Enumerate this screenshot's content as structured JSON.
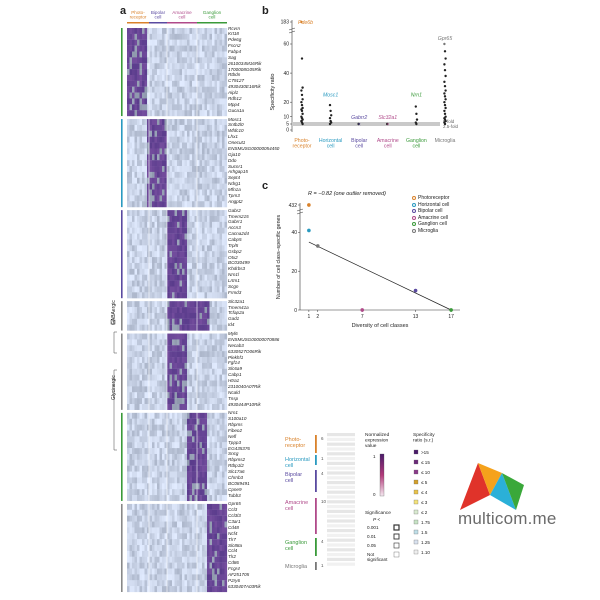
{
  "panels": {
    "a": "a",
    "b": "b",
    "c": "c"
  },
  "heatmap": {
    "headers": [
      {
        "label": "Photo-\nreceptor",
        "color": "#d9822b"
      },
      {
        "label": "Bipolar\ncell",
        "color": "#5a4aa0"
      },
      {
        "label": "Amacrine\ncell",
        "color": "#b04a8a"
      },
      {
        "label": "Ganglion\ncell",
        "color": "#3a9a3a"
      }
    ],
    "sections": [
      {
        "genes": [
          "Rcvrn",
          "Krt18",
          "Pde6g",
          "Fscn2",
          "Fabp4",
          "Sag",
          "2610034M16Rik",
          "1700008G05Rik",
          "Rtbdn",
          "C79127",
          "4930430E16Rik",
          "Aipl1",
          "Rdh12",
          "Mpp4",
          "Guca1a"
        ],
        "band_color": "#3a9a3a"
      },
      {
        "genes": [
          "Mosc1",
          "Sntb2l0",
          "Wfdc10",
          "Lhx1",
          "Onecut1",
          "ENSMUSG00000054450",
          "Gja10",
          "Ddo",
          "Sucnr1",
          "Arhgap15",
          "Sept4",
          "Ndrg1",
          "Mfn1a",
          "Tpm3",
          "Angpt2"
        ],
        "band_color": "#2a9ac0"
      },
      {
        "genes": [
          "Gabr2",
          "Tmem215",
          "Gabrr1",
          "Accn3",
          "Cacna2d4",
          "Cabp5",
          "Trpl5",
          "Gsbp2",
          "Otx2",
          "BC030499",
          "Khdrbs3",
          "Nrn1l",
          "Lrtm1",
          "Scgn",
          "Frmd3"
        ],
        "band_color": "#5a4aa0"
      },
      {
        "genes": [
          "Slc32a1",
          "Tmem41a",
          "Tcfap2a",
          "Gad1",
          "Id4"
        ],
        "band_color": "#888888"
      },
      {
        "genes": [
          "Myl6",
          "ENSMUSG00000070886",
          "Necab3",
          "6330527O06Rik",
          "Plekhf1",
          "Fgf14",
          "Slc6a9",
          "Cabp1",
          "Htra1",
          "2310040A07Rik",
          "Ncald",
          "Tnsp",
          "4930444P10Rik"
        ],
        "band_color": "#888888"
      },
      {
        "genes": [
          "Nrn1",
          "S100a10",
          "Rbpms",
          "Fibeo2",
          "Nefl",
          "Tppp3",
          "EG435376",
          "Sncg",
          "Rbpms2",
          "Rtbp1l2",
          "Slc17a6",
          "Chrnb3",
          "BC089491",
          "Cpne9",
          "Tubb3"
        ],
        "band_color": "#3a9a3a"
      },
      {
        "genes": [
          "Gpr65",
          "Ccl3",
          "Ccl3l3",
          "C3ar1",
          "Cd48",
          "Ncf4",
          "Tlr7",
          "Slc88a",
          "Ccl4",
          "Tlr2",
          "Cd86",
          "Fcgr4",
          "AF251705",
          "P2ry6",
          "6330407A03Rik"
        ],
        "band_color": "#888888"
      }
    ],
    "side_labels": {
      "gabaergic": "GABAergic",
      "glycinergic": "Glycinergic",
      "one": "1"
    }
  },
  "panel_b": {
    "ylabel": "Specificity ratio",
    "ticks": [
      "183",
      "60",
      "40",
      "20",
      "10",
      "5",
      "0"
    ],
    "top_gene": "Pde6b",
    "cats": [
      {
        "label": "Photo-\nreceptor",
        "color": "#d9822b",
        "gene": ""
      },
      {
        "label": "Horizontal\ncell",
        "color": "#2a9ac0",
        "gene": "Mosc1"
      },
      {
        "label": "Bipolar\ncell",
        "color": "#5a4aa0",
        "gene": "Gabrr2"
      },
      {
        "label": "Amacrine\ncell",
        "color": "#b04a8a",
        "gene": "Slc32a1"
      },
      {
        "label": "Ganglion\ncell",
        "color": "#3a9a3a",
        "gene": "Nrn1"
      },
      {
        "label": "Microglia",
        "color": "#777777",
        "gene": "Gpr65"
      }
    ],
    "ref_lines": [
      "5-fold",
      "2.5-fold"
    ],
    "scatter": {
      "points": [
        {
          "cat": 0,
          "values": [
            183,
            50,
            30,
            28,
            25,
            22,
            20,
            18,
            16,
            15,
            14,
            12,
            10,
            9,
            8,
            7,
            6,
            5
          ]
        },
        {
          "cat": 1,
          "values": [
            18,
            14,
            11,
            9,
            7,
            6,
            5
          ]
        },
        {
          "cat": 2,
          "values": [
            5
          ]
        },
        {
          "cat": 3,
          "values": [
            5
          ]
        },
        {
          "cat": 4,
          "values": [
            17,
            12,
            8,
            6,
            5
          ]
        },
        {
          "cat": 5,
          "values": [
            60,
            55,
            50,
            46,
            42,
            38,
            34,
            31,
            28,
            26,
            24,
            22,
            20,
            18,
            16,
            14,
            12,
            10,
            9,
            8,
            7,
            6,
            5
          ]
        }
      ]
    }
  },
  "panel_c": {
    "r_label": "R = −0.82 (one outlier removed)",
    "ylabel": "Number of cell class–specific genes",
    "xlabel": "Diversity of cell classes",
    "y_ticks": [
      "432",
      "40",
      "20",
      "0"
    ],
    "x_ticks": [
      "1",
      "2",
      "7",
      "13",
      "17"
    ],
    "legend": [
      {
        "label": "Photoreceptor",
        "color": "#d9822b"
      },
      {
        "label": "Horizontal cell",
        "color": "#2a9ac0"
      },
      {
        "label": "Bipolar cell",
        "color": "#5a4aa0"
      },
      {
        "label": "Amacrine cell",
        "color": "#b04a8a"
      },
      {
        "label": "Ganglion cell",
        "color": "#3a9a3a"
      },
      {
        "label": "Microglia",
        "color": "#777777"
      }
    ],
    "chart_data": {
      "type": "scatter",
      "x": [
        1,
        1,
        2,
        7,
        13,
        17
      ],
      "y": [
        432,
        41,
        33,
        0,
        10,
        0
      ],
      "xlim": [
        0,
        18
      ],
      "ylim": [
        0,
        50
      ]
    }
  },
  "legend_block": {
    "cats": [
      {
        "label": "Photo-\nreceptor",
        "color": "#d9822b",
        "count": "6"
      },
      {
        "label": "Horizontal\ncell",
        "color": "#2a9ac0",
        "count": "1"
      },
      {
        "label": "Bipolar\ncell",
        "color": "#5a4aa0",
        "count": "4"
      },
      {
        "label": "Amacrine\ncell",
        "color": "#b04a8a",
        "count": "10"
      },
      {
        "label": "Ganglion\ncell",
        "color": "#3a9a3a",
        "count": "4"
      },
      {
        "label": "Microglia",
        "color": "#777777",
        "count": "1"
      }
    ],
    "norm_title": "Normalized\nexpression\nvalue",
    "spec_title": "Specificity\nratio (s.r.)",
    "spec_values": [
      ">15",
      "≤ 15",
      "≤ 10",
      "≤ 5",
      "≤ 4",
      "≤ 3",
      "≤ 2",
      "1.75",
      "1.5",
      "1.25",
      "1.10"
    ],
    "norm_values": [
      "1",
      "0"
    ],
    "sig_title": "Significance",
    "sig_p": "P <",
    "sig_values": [
      "0.001",
      "0.01",
      "0.05",
      "Not\nsignificant"
    ]
  },
  "logo": {
    "text": "multicom.me",
    "colors": [
      "#e0332a",
      "#f5a21b",
      "#2bb0d8",
      "#3aa83a"
    ]
  }
}
